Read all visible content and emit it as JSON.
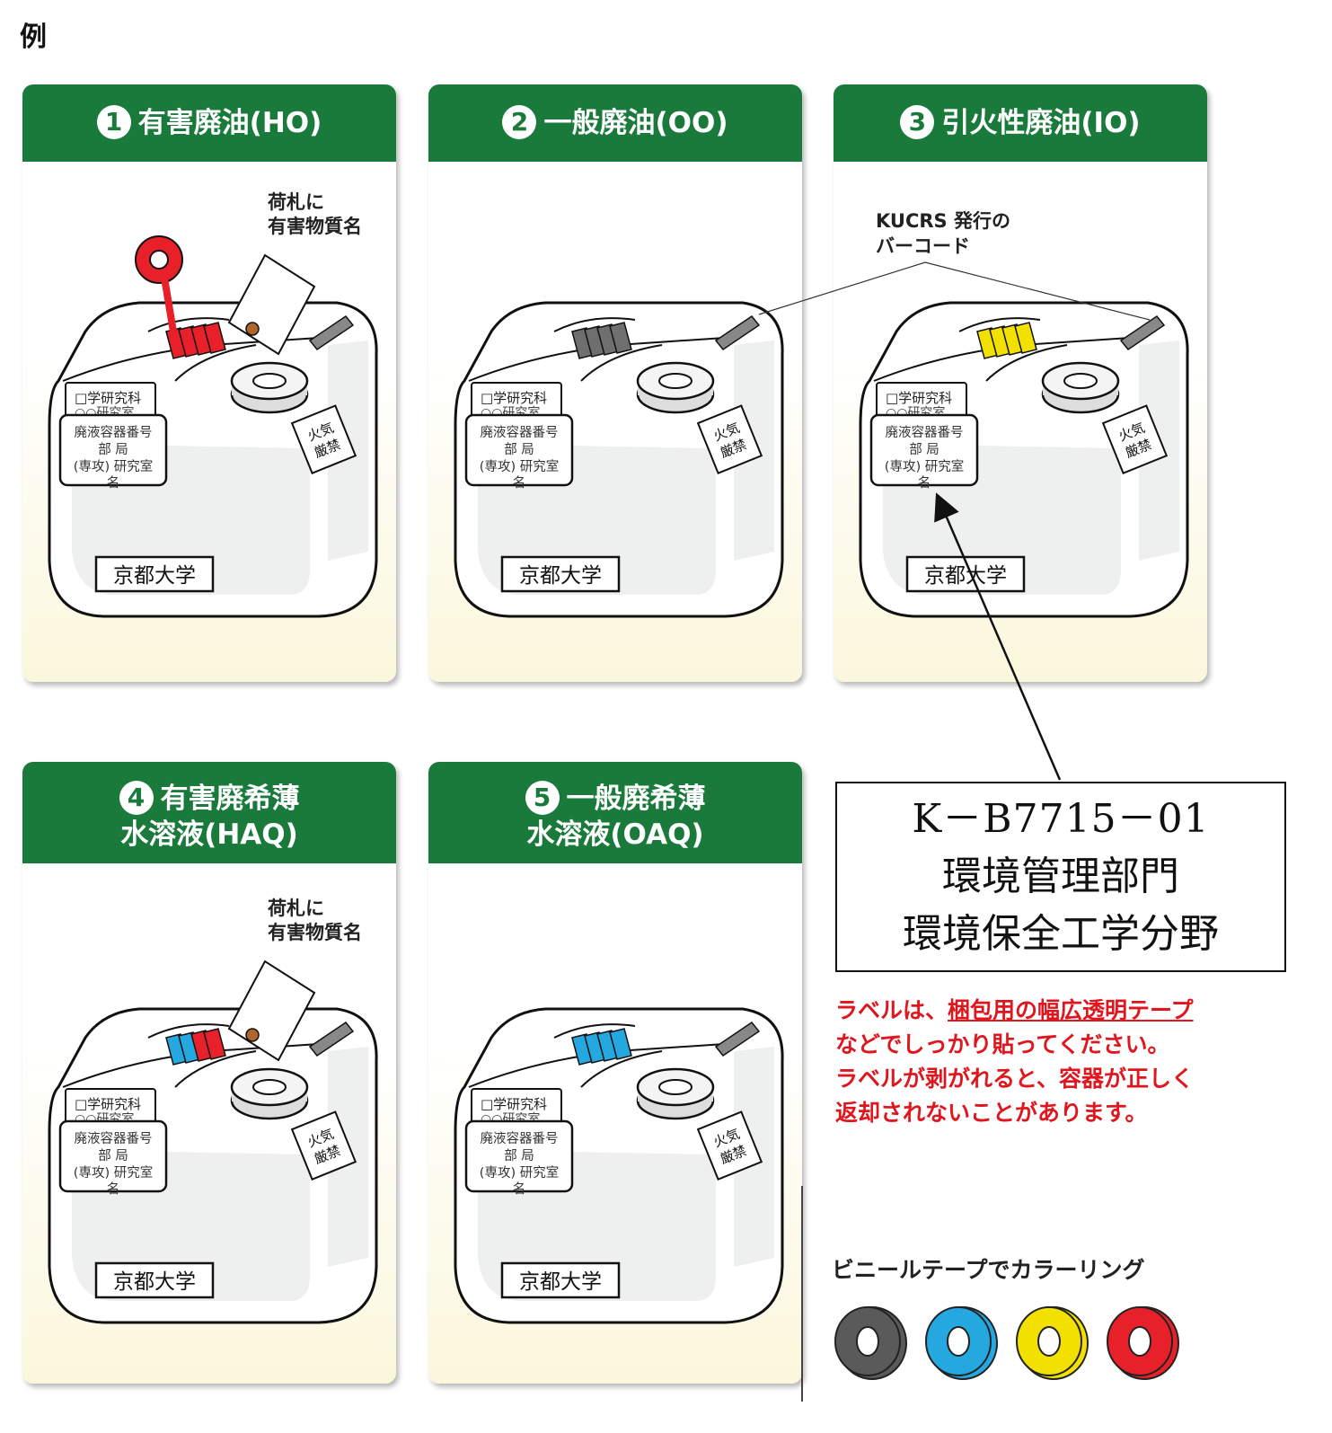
{
  "page_title": "例",
  "cards": [
    {
      "num": "1",
      "title": "有害廃油(HO)",
      "title2": "",
      "tape": "#e8202a",
      "tag": true
    },
    {
      "num": "2",
      "title": "一般廃油(OO)",
      "title2": "",
      "tape": "#6f6f6f",
      "tag": false
    },
    {
      "num": "3",
      "title": "引火性廃油(IO)",
      "title2": "",
      "tape": "#f2e100",
      "tag": false
    },
    {
      "num": "4",
      "title": "有害廃希薄",
      "title2": "水溶液(HAQ)",
      "tape": "#e8202a",
      "tape2": "#25a8e0",
      "tag": true
    },
    {
      "num": "5",
      "title": "一般廃希薄",
      "title2": "水溶液(OAQ)",
      "tape": "#25a8e0",
      "tag": false
    }
  ],
  "canister_labels": {
    "faculty": "□学研究科",
    "lab_partial": "○○研究室",
    "container_no": "廃液容器番号",
    "department": "部 局",
    "major_lab": "(専攻) 研究室",
    "name": "名",
    "no_fire": "火気厳禁",
    "university": "京都大学"
  },
  "tag_note": {
    "line1": "荷札に",
    "line2": "有害物質名"
  },
  "barcode_note": {
    "line1": "KUCRS 発行の",
    "line2": "バーコード"
  },
  "label_example": {
    "code": "K－B7715－01",
    "dept": "環境管理部門",
    "field": "環境保全工学分野"
  },
  "warning": {
    "l1_pre": "ラベルは、",
    "l1_u": "梱包用の幅広透明テープ",
    "l2": "などでしっかり貼ってください。",
    "l3": "ラベルが剥がれると、容器が正しく",
    "l4": "返却されないことがあります。"
  },
  "ring_caption": "ビニールテープでカラーリング",
  "rings": [
    "#5a5a5a",
    "#25a8e0",
    "#f2e100",
    "#e8202a"
  ],
  "colors": {
    "header_green": "#1a7a3b",
    "warning_red": "#e0161e"
  }
}
